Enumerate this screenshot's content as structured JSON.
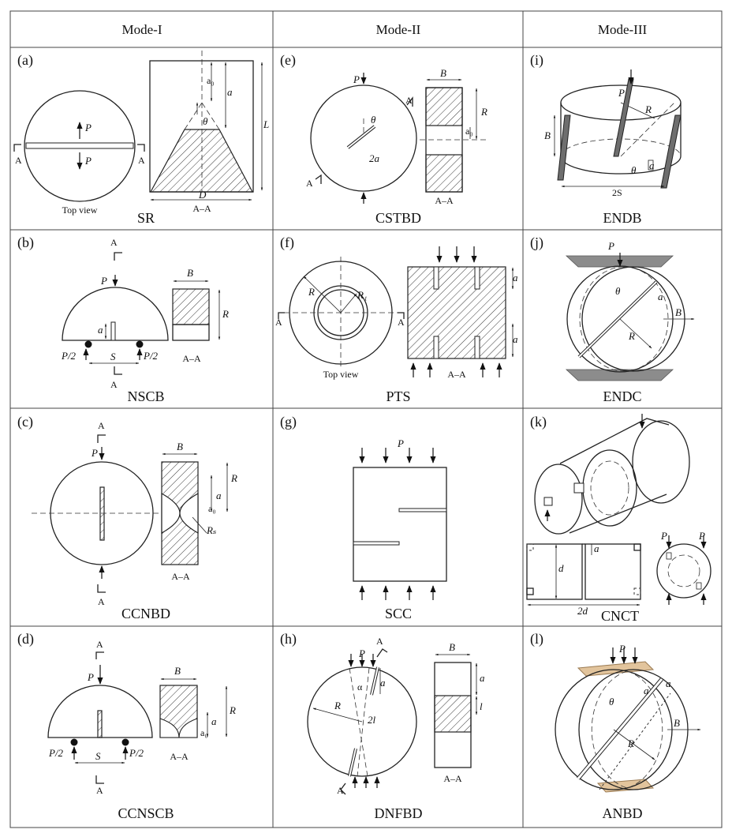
{
  "headers": [
    "Mode-I",
    "Mode-II",
    "Mode-III"
  ],
  "cells": [
    {
      "id": "(a)",
      "name": "SR"
    },
    {
      "id": "(e)",
      "name": "CSTBD"
    },
    {
      "id": "(i)",
      "name": "ENDB"
    },
    {
      "id": "(b)",
      "name": "NSCB"
    },
    {
      "id": "(f)",
      "name": "PTS"
    },
    {
      "id": "(j)",
      "name": "ENDC"
    },
    {
      "id": "(c)",
      "name": "CCNBD"
    },
    {
      "id": "(g)",
      "name": "SCC"
    },
    {
      "id": "(k)",
      "name": "CNCT"
    },
    {
      "id": "(d)",
      "name": "CCNSCB"
    },
    {
      "id": "(h)",
      "name": "DNFBD"
    },
    {
      "id": "(l)",
      "name": "ANBD"
    }
  ],
  "labels": {
    "section_a": "A",
    "section_aa": "A–A",
    "top_view": "Top view",
    "load": "P",
    "half_load": "P/2",
    "notch_a": "a",
    "notch_a0": "a₀",
    "thickness": "B",
    "radius": "R",
    "length": "L",
    "diameter": "D",
    "span": "S",
    "angle": "θ",
    "angle_alpha": "α",
    "crack_2a": "2a",
    "radius_s": "Rₛ",
    "radius_1": "R₁",
    "span_2s": "2S",
    "d": "d",
    "two_d": "2d",
    "l": "l",
    "two_l": "2l"
  }
}
